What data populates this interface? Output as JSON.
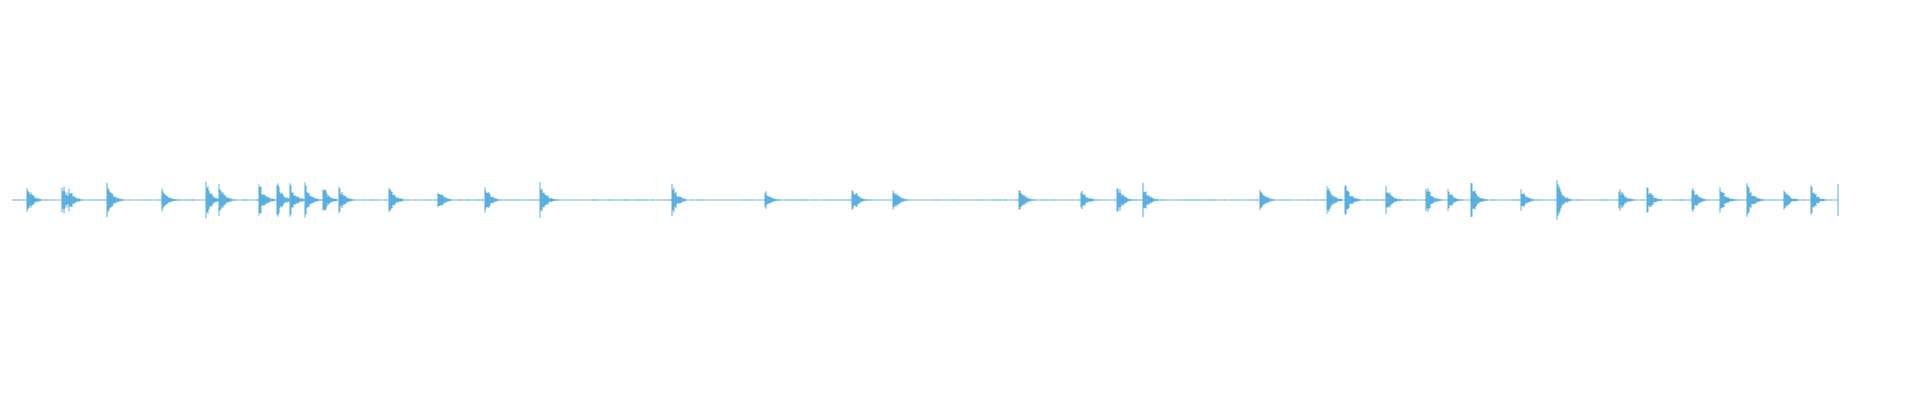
{
  "waveform": {
    "color": "#5aaee0",
    "onsets": [
      0.008,
      0.027,
      0.031,
      0.052,
      0.082,
      0.106,
      0.113,
      0.135,
      0.145,
      0.152,
      0.16,
      0.17,
      0.179,
      0.206,
      0.233,
      0.259,
      0.289,
      0.361,
      0.412,
      0.46,
      0.482,
      0.551,
      0.585,
      0.605,
      0.619,
      0.683,
      0.72,
      0.73,
      0.752,
      0.774,
      0.786,
      0.799,
      0.826,
      0.846,
      0.88,
      0.895,
      0.92,
      0.935,
      0.95,
      0.97,
      0.985,
      1.0
    ]
  }
}
